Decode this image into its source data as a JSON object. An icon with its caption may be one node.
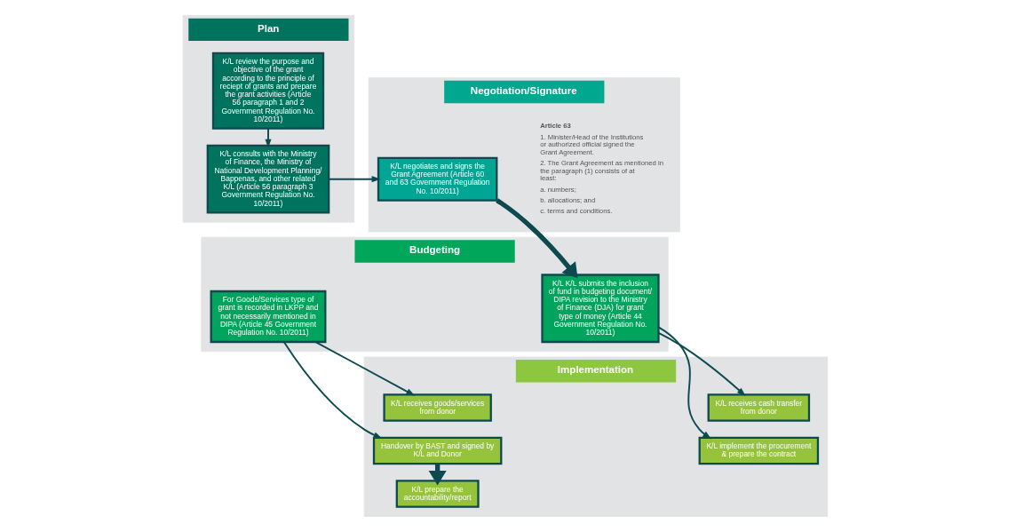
{
  "diagram": {
    "nodes": [
      {
        "text": [
          "Plan"
        ]
      },
      {
        "text": [
          "K/L review the purpose and objective of the grant according to the principle of reciept of grants and prepare the grant activities (Article 56 paragraph 1 and 2 Government Regulation No. 10/2011)"
        ],
        "in": 0
      },
      {
        "text": [
          "K/L consults with the Ministry of Finance, the Ministry of National Development Planning/ Bappenas, and other related K/L (Article 56 paragraph 3 Government Regulation No. 10/2011)"
        ],
        "in": 0
      },
      {
        "text": [
          "Negotiation/Signature"
        ]
      },
      {
        "text": [
          "K/L negotiates and signs the Grant Agreement (Article 60 and 63 Government Regulation No. 10/2011)"
        ],
        "in": 3
      },
      {
        "text": [
          "Budgeting"
        ]
      },
      {
        "text": [
          "K/L K/L submits the inclusion of fund in budgeting document/ DIPA revision to the Ministry of Finance (DJA) for grant type of money (Article 44 Government Regulation No. 10/2011)"
        ],
        "in": 5
      },
      {
        "text": [
          "For Goods/Services type of grant is recorded in LKPP and not necessarily mentioned in DIPA (Article 45 Government Regulation No. 10/2011)"
        ],
        "in": 5
      },
      {
        "text": [
          "Implementation"
        ]
      },
      {
        "text": [
          "K/L receives cash transfer from donor"
        ],
        "in": 8
      },
      {
        "text": [
          "K/L implement the procurement & prepare the contract"
        ],
        "in": 8
      },
      {
        "text": [
          "K/L receives goods/services from donor"
        ],
        "in": 8
      },
      {
        "text": [
          "Handover by BAST and signed by K/L and Donor"
        ],
        "in": 8
      },
      {
        "text": [
          "K/L prepare the accountability/report"
        ],
        "in": 8
      }
    ],
    "edges": [
      {
        "from": 1,
        "to": 2,
        "arrow": "to"
      },
      {
        "from": 2,
        "to": 4,
        "arrow": "to"
      },
      {
        "from": 4,
        "to": 6,
        "arrow": "to",
        "style": "thick"
      },
      {
        "from": 6,
        "to": 9,
        "arrow": "to"
      },
      {
        "from": 6,
        "to": 10,
        "arrow": "to"
      },
      {
        "from": 7,
        "to": 11,
        "arrow": "to"
      },
      {
        "from": 7,
        "to": 12,
        "arrow": "to"
      },
      {
        "from": 12,
        "to": 13,
        "arrow": "to",
        "style": "thick"
      }
    ],
    "labels": [
      "Article 63",
      "1. Minister/Head of the Institutions or authorized official signed the Grant Agreement.",
      "2. The Grant Agreement as mentioned in the paragraph (1) consists of at least:",
      "a. numbers;",
      "b. allocations; and",
      "c. terms and conditions."
    ]
  }
}
